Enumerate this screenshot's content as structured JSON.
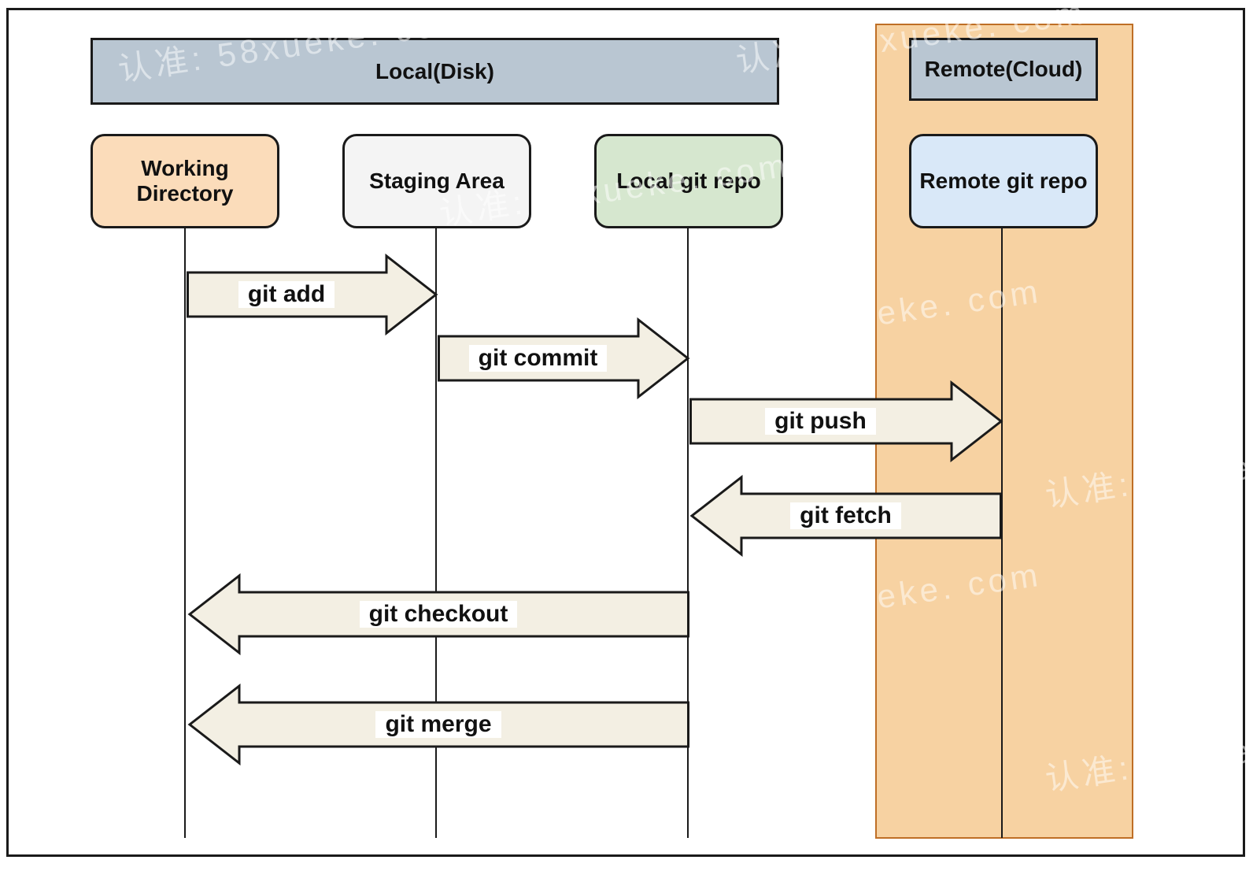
{
  "diagram": {
    "sections": {
      "local": {
        "label": "Local(Disk)"
      },
      "remote": {
        "label": "Remote(Cloud)"
      }
    },
    "nodes": [
      {
        "id": "working-directory",
        "label": "Working Directory",
        "fill": "#fbdcba"
      },
      {
        "id": "staging-area",
        "label": "Staging Area",
        "fill": "#f4f4f4"
      },
      {
        "id": "local-git-repo",
        "label": "Local git repo",
        "fill": "#d6e7cf"
      },
      {
        "id": "remote-git-repo",
        "label": "Remote git repo",
        "fill": "#d9e8f8"
      }
    ],
    "arrows": [
      {
        "label": "git add",
        "from": "Working Directory",
        "to": "Staging Area",
        "direction": "right"
      },
      {
        "label": "git commit",
        "from": "Staging Area",
        "to": "Local git repo",
        "direction": "right"
      },
      {
        "label": "git push",
        "from": "Local git repo",
        "to": "Remote git repo",
        "direction": "right"
      },
      {
        "label": "git fetch",
        "from": "Remote git repo",
        "to": "Local git repo",
        "direction": "left"
      },
      {
        "label": "git checkout",
        "from": "Local git repo",
        "to": "Working Directory",
        "direction": "left"
      },
      {
        "label": "git merge",
        "from": "Local git repo",
        "to": "Working Directory",
        "direction": "left"
      }
    ],
    "colors": {
      "section_header_fill": "#b9c6d2",
      "remote_panel_fill": "#f7d2a2",
      "remote_panel_border": "#bf6f26",
      "arrow_fill": "#f3efe3",
      "outline": "#1a1a1a",
      "working_directory_fill": "#fbdcba",
      "staging_area_fill": "#f4f4f4",
      "local_repo_fill": "#d6e7cf",
      "remote_repo_fill": "#d9e8f8"
    },
    "watermark": {
      "text": "认准: 58xueke. com"
    }
  }
}
